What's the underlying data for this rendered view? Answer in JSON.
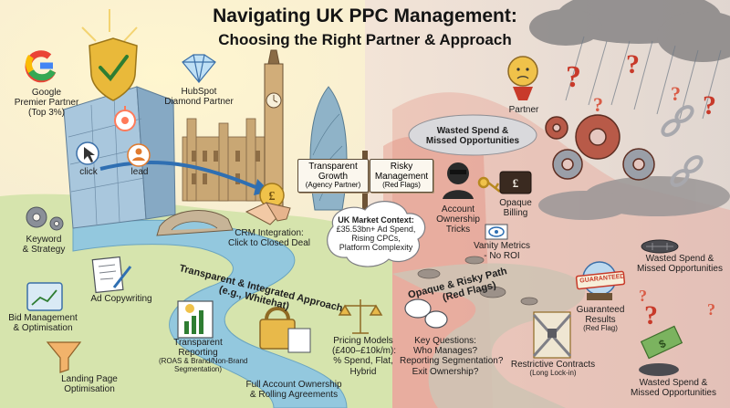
{
  "title": "Navigating UK PPC Management:",
  "subtitle": "Choosing the Right Partner & Approach",
  "left": {
    "google_partner": [
      "Google",
      "Premier Partner",
      "(Top 3%)"
    ],
    "hubspot_partner": [
      "HubSpot",
      "Diamond Partner"
    ],
    "click": "click",
    "lead": "lead",
    "crm_integration": [
      "CRM Integration:",
      "Click to Closed Deal"
    ],
    "keyword_strategy": [
      "Keyword",
      "& Strategy"
    ],
    "ad_copywriting": "Ad Copywriting",
    "bid_management": [
      "Bid Management",
      "& Optimisation"
    ],
    "transparent_reporting": [
      "Transparent",
      "Reporting"
    ],
    "transparent_reporting_note": [
      "(ROAS & Brand/Non-Brand",
      "Segmentation)"
    ],
    "landing_page": [
      "Landing Page",
      "Optimisation"
    ],
    "full_account_ownership": [
      "Full Account Ownership",
      "& Rolling Agreements"
    ],
    "pricing_models": [
      "Pricing Models",
      "(£400–£10k/m):",
      "% Spend, Flat,",
      "Hybrid"
    ],
    "key_questions": [
      "Key Questions:",
      "Who Manages?",
      "Reporting Segmentation?",
      "Exit Ownership?"
    ],
    "transparent_path": "Transparent & Integrated Approach",
    "transparent_path_sub": "(e.g., Whitehat)"
  },
  "signs": {
    "left_title": [
      "Transparent",
      "Growth"
    ],
    "left_sub": "(Agency Partner)",
    "right_title": [
      "Risky",
      "Management"
    ],
    "right_sub": "(Red Flags)"
  },
  "market_context": [
    "UK Market Context:",
    "£35.53bn+ Ad Spend,",
    "Rising CPCs,",
    "Platform Complexity"
  ],
  "right": {
    "partner": "Partner",
    "wasted_spend_top": [
      "Wasted Spend &",
      "Missed Opportunities"
    ],
    "account_ownership": [
      "Account",
      "Ownership",
      "Tricks"
    ],
    "opaque_billing": [
      "Opaque",
      "Billing"
    ],
    "vanity_metrics": [
      "Vanity Metrics",
      "- No ROI"
    ],
    "wasted_spend_right": [
      "Wasted Spend &",
      "Missed Opportunities"
    ],
    "risky_path": "Opaque & Risky Path",
    "risky_path_sub": "(Red Flags)",
    "guaranteed_stamp": "GUARANTEED",
    "guaranteed_results": [
      "Guaranteed",
      "Results"
    ],
    "guaranteed_results_sub": "(Red Flag)",
    "restrictive_contracts": "Restrictive Contracts",
    "restrictive_contracts_sub": "(Long Lock-in)",
    "wasted_spend_bottom": [
      "Wasted Spend &",
      "Missed Opportunities"
    ]
  },
  "icons": [
    "google-g-icon",
    "shield-check-icon",
    "diamond-icon",
    "hubspot-icon",
    "cursor-icon",
    "person-icon",
    "pound-coin-icon",
    "handshake-icon",
    "gear-icon",
    "copywriting-icon",
    "tablet-chart-icon",
    "funnel-icon",
    "report-chart-icon",
    "padlock-icon",
    "scales-icon",
    "speech-bubbles-icon",
    "badge-icon",
    "hacker-icon",
    "key-icon",
    "wallet-icon",
    "eye-icon",
    "crystal-ball-icon",
    "drain-icon",
    "chain-icon",
    "money-icon",
    "question-mark-icon",
    "rain-cloud-icon",
    "big-ben-icon",
    "gherkin-icon"
  ],
  "colors": {
    "left_sky": "#f6e8b8",
    "right_sky": "#e9d8d2",
    "river": "#8ec5dc",
    "grass": "#cfe0a2",
    "danger": "#c83a2a",
    "building": "#a9c7dd",
    "gold": "#e3a92e"
  }
}
